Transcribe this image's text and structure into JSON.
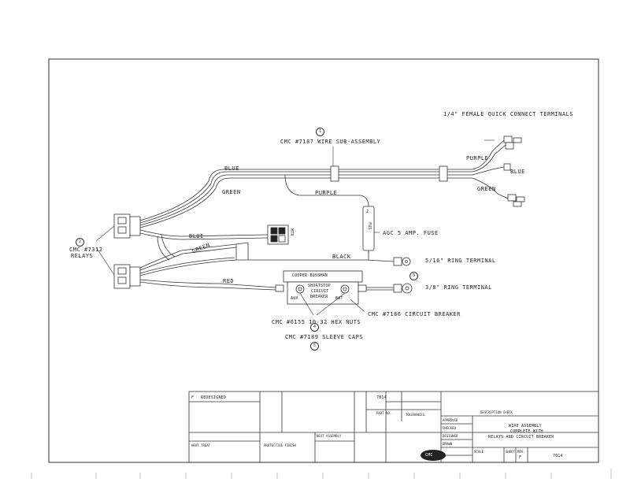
{
  "labels": {
    "female_terminals": "1/4\" FEMALE QUICK CONNECT TERMINALS",
    "wire_subassembly": "CMC #7187 WIRE SUB-ASSEMBLY",
    "relays_line1": "CMC #7312",
    "relays_line2": "RELAYS",
    "fuse": "AGC 5 AMP. FUSE",
    "ring_516": "5/16\" RING TERMINAL",
    "ring_38": "3/8\" RING TERMINAL",
    "circuit_breaker": "CMC #7186 CIRCUIT BREAKER",
    "hex_nuts": "CMC #6155 10-32 HEX NUTS",
    "sleeve_caps": "CMC #7189 SLEEVE CAPS",
    "breaker_brand": "COOPER-BUSSMAN",
    "breaker_line1": "SHORTSTOP",
    "breaker_line2": "CIRCUIT",
    "breaker_line3": "BREAKER",
    "breaker_aux": "AUX",
    "breaker_bat": "BAT",
    "fuse_num": "2",
    "fuse_text": "FUS",
    "mtr": "MTR"
  },
  "wire_colors": {
    "blue_top": "BLUE",
    "green_left": "GREEN",
    "purple": "PURPLE",
    "blue_mid": "BLUE",
    "green_mid": "GREEN",
    "black": "BLACK",
    "red": "RED",
    "purple_right": "PURPLE",
    "blue_right": "BLUE",
    "green_right": "GREEN"
  },
  "callouts": {
    "c1": "1",
    "c2": "2",
    "c3": "3",
    "c4": "4",
    "c5": "5"
  },
  "title_block": {
    "revision_letter": "F",
    "revision_text": "REDESIGNED",
    "drawing_number": "7014",
    "drawing_number_bottom": "7014",
    "title_line1": "WIRE ASSEMBLY",
    "title_line2": "COMPLETE WITH",
    "title_line3": "RELAYS AND CIRCUIT BREAKER",
    "logo": "CMC",
    "description_header": "DESCRIPTION CHECK",
    "heat_treat": "HEAT TREAT",
    "protective_finish": "PROTECTIVE FINISH",
    "next_assembly": "NEXT ASSEMBLY",
    "approved": "APPROVED",
    "checked": "CHECKED",
    "designed": "DESIGNED",
    "drawn": "DRAWN",
    "part_no": "PART NO.",
    "tolerances": "TOLERANCES",
    "scale": "SCALE",
    "sheet": "SHEET",
    "rev": "REV.",
    "rev_value": "F"
  }
}
